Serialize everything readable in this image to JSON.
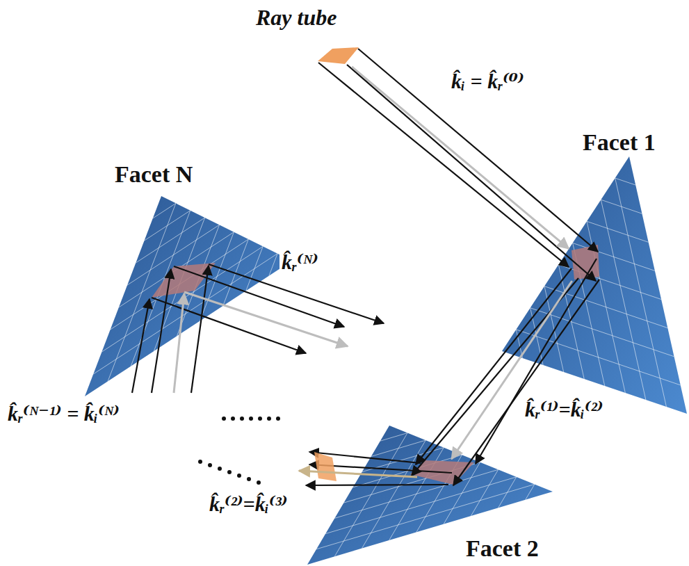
{
  "diagram": {
    "nodes": [
      {
        "text": [
          "Ray tube"
        ]
      },
      {
        "text": [
          "Facet 1"
        ]
      },
      {
        "text": [
          "Facet 2"
        ]
      },
      {
        "text": [
          "Facet N"
        ]
      }
    ],
    "edges": [
      {
        "from": 0,
        "to": 1,
        "arrow": "to",
        "label": "k̂ᵢ = k̂ᵣ⁽⁰⁾"
      },
      {
        "from": 1,
        "to": 2,
        "arrow": "to",
        "label": "k̂ᵣ⁽¹⁾=k̂ᵢ⁽²⁾"
      }
    ],
    "labels": [
      "k̂ᵣ⁽ᴺ⁾",
      "k̂ᵣ⁽ᴺ⁻¹⁾ = k̂ᵢ⁽ᴺ⁾",
      "k̂ᵣ⁽²⁾=k̂ᵢ⁽³⁾"
    ]
  }
}
